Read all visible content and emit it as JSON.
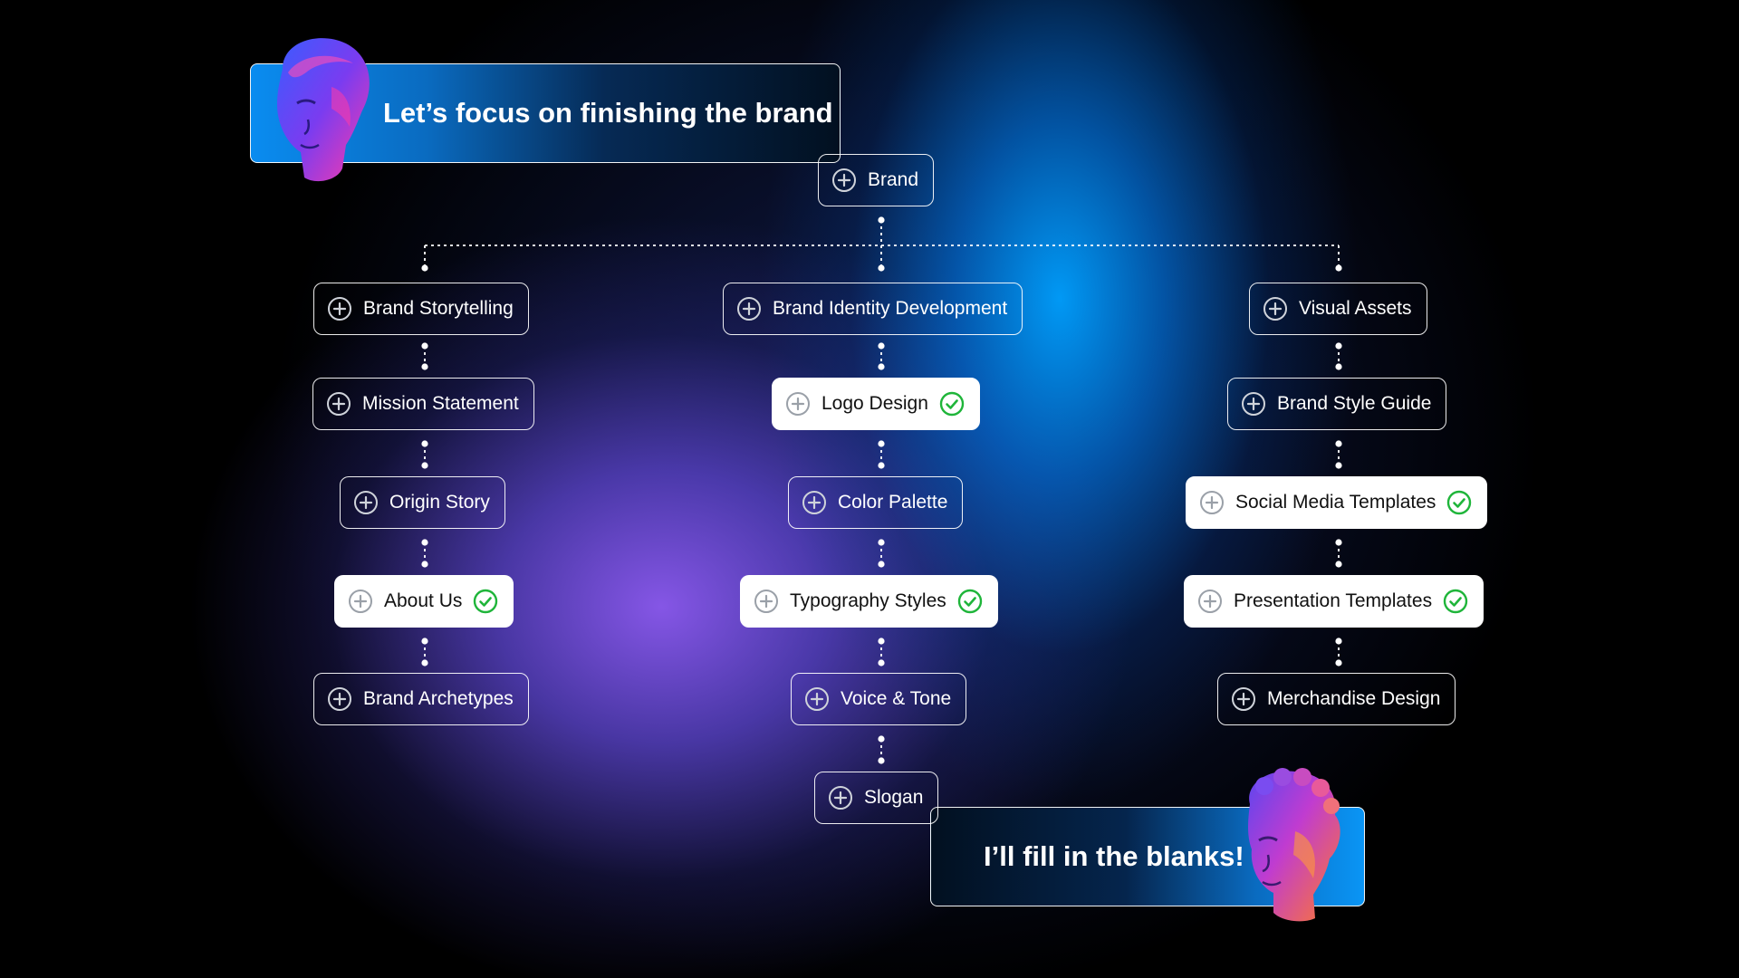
{
  "bubbles": {
    "top": "Let’s focus on finishing the brand",
    "bottom": "I’ll fill in the blanks!"
  },
  "tree": {
    "root": {
      "label": "Brand",
      "completed": false
    },
    "branches": [
      {
        "label": "Brand Storytelling",
        "completed": false,
        "children": [
          {
            "label": "Mission Statement",
            "completed": false
          },
          {
            "label": "Origin Story",
            "completed": false
          },
          {
            "label": "About Us",
            "completed": true
          },
          {
            "label": "Brand Archetypes",
            "completed": false
          }
        ]
      },
      {
        "label": "Brand Identity Development",
        "completed": false,
        "children": [
          {
            "label": "Logo Design",
            "completed": true
          },
          {
            "label": "Color Palette",
            "completed": false
          },
          {
            "label": "Typography Styles",
            "completed": true
          },
          {
            "label": "Voice & Tone",
            "completed": false
          },
          {
            "label": "Slogan",
            "completed": false
          }
        ]
      },
      {
        "label": "Visual Assets",
        "completed": false,
        "children": [
          {
            "label": "Brand Style Guide",
            "completed": false
          },
          {
            "label": "Social Media Templates",
            "completed": true
          },
          {
            "label": "Presentation Templates",
            "completed": true
          },
          {
            "label": "Merchandise Design",
            "completed": false
          }
        ]
      }
    ]
  },
  "icons": {
    "expand": "plus-circle-icon",
    "done": "check-circle-icon"
  },
  "colors": {
    "check_green": "#1fb53a",
    "accent_blue": "#0a8cf0",
    "accent_purple": "#8c5af0"
  }
}
